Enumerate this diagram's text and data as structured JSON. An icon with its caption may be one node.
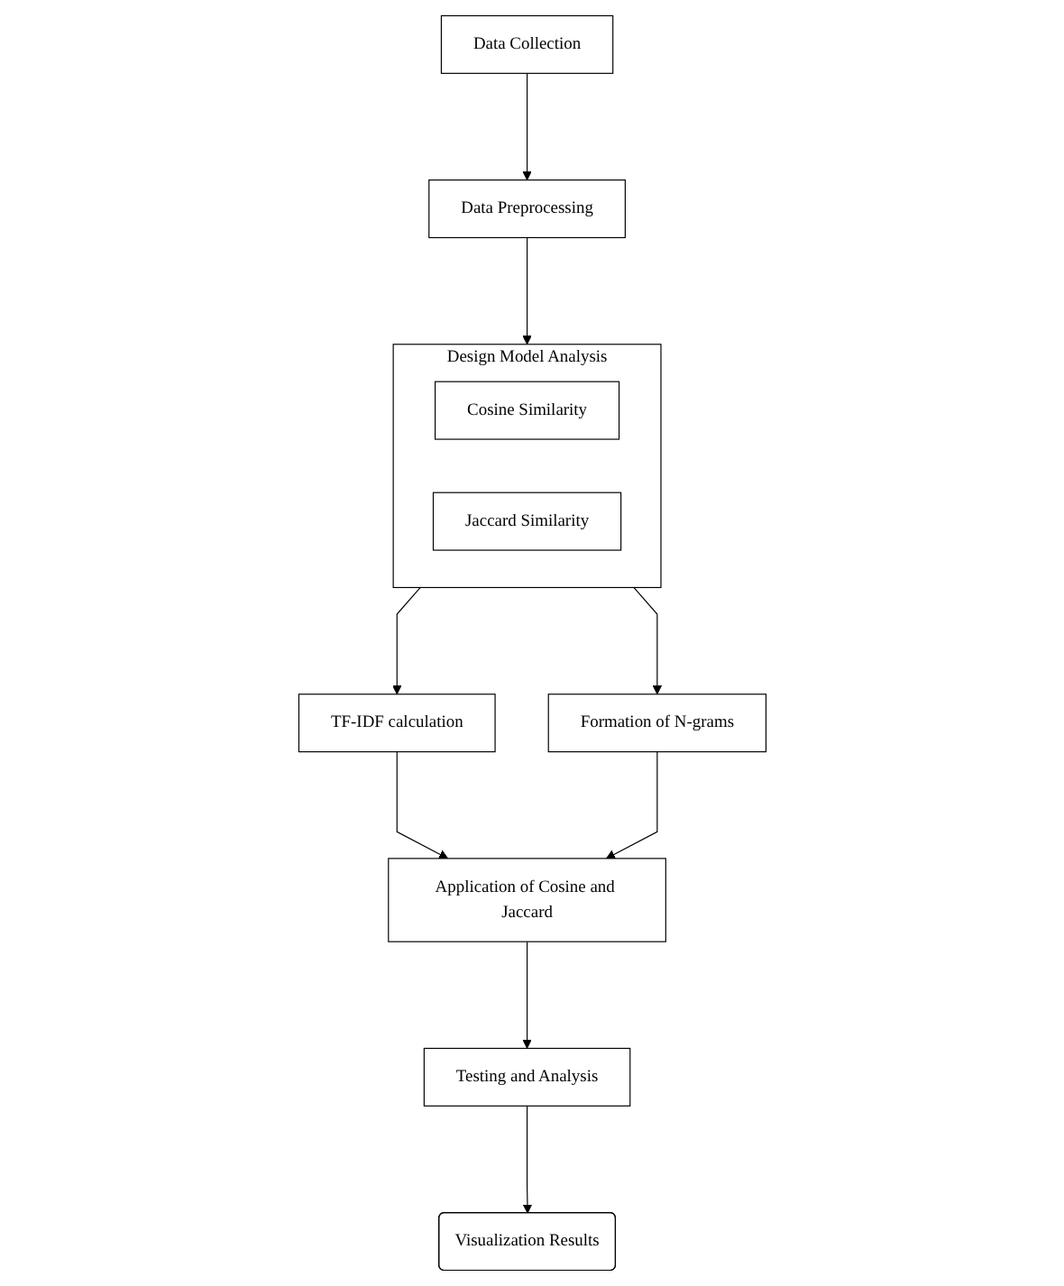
{
  "diagram": {
    "nodes": [
      {
        "text": [
          "Data Collection"
        ]
      },
      {
        "text": [
          "Data Preprocessing"
        ]
      },
      {
        "text": [
          "Design Model Analysis"
        ]
      },
      {
        "text": [
          "Cosine Similarity"
        ],
        "in": 2
      },
      {
        "text": [
          "Jaccard Similarity"
        ],
        "in": 2
      },
      {
        "text": [
          "TF-IDF calculation"
        ]
      },
      {
        "text": [
          "Formation of N-grams"
        ]
      },
      {
        "text": [
          "Application of Cosine and Jaccard"
        ]
      },
      {
        "text": [
          "Testing and Analysis"
        ]
      },
      {
        "text": [
          "Visualization Results"
        ]
      }
    ],
    "edges": [
      {
        "from": 0,
        "to": 1,
        "arrow": "to"
      },
      {
        "from": 1,
        "to": 2,
        "arrow": "to"
      },
      {
        "from": 2,
        "to": 5,
        "arrow": "to"
      },
      {
        "from": 2,
        "to": 6,
        "arrow": "to"
      },
      {
        "from": 5,
        "to": 7,
        "arrow": "to"
      },
      {
        "from": 6,
        "to": 7,
        "arrow": "to"
      },
      {
        "from": 7,
        "to": 8,
        "arrow": "to"
      },
      {
        "from": 8,
        "to": 9,
        "arrow": "to"
      }
    ]
  }
}
